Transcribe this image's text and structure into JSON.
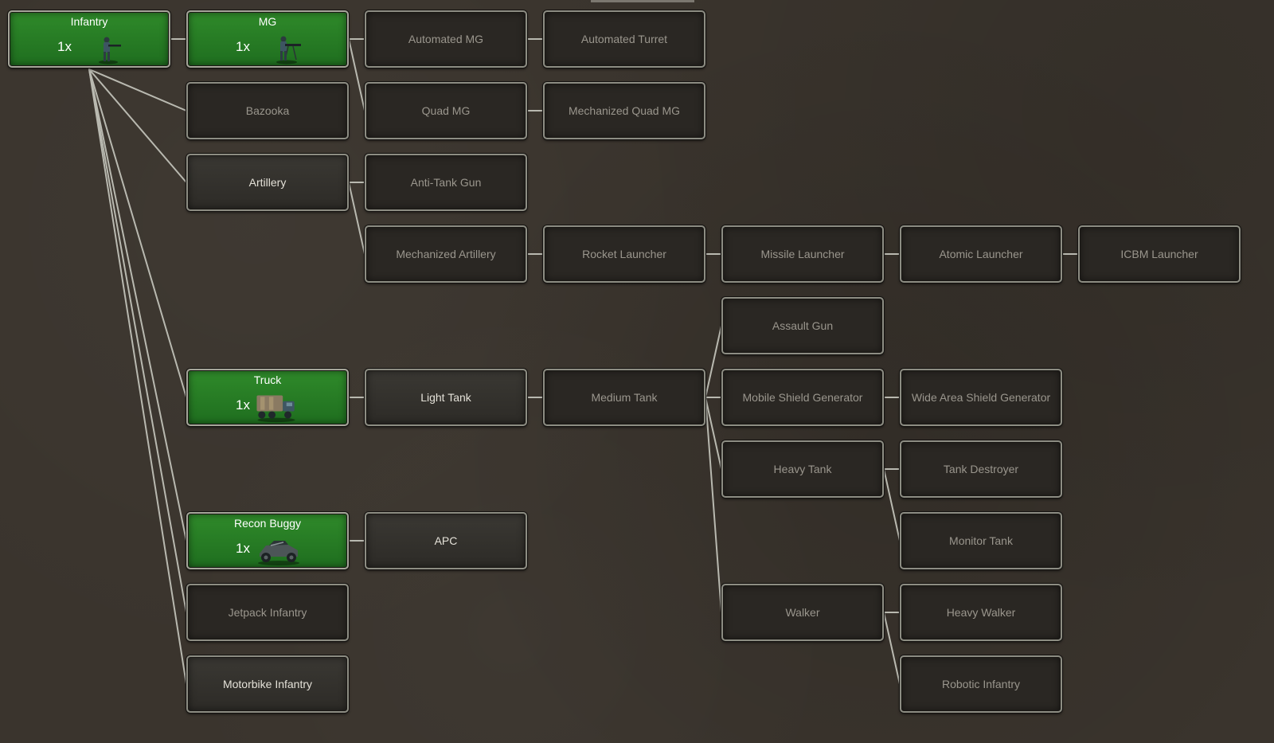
{
  "nodes": [
    {
      "id": "infantry",
      "label": "Infantry",
      "state": "owned",
      "count": "1x",
      "icon": "infantry-soldier-icon"
    },
    {
      "id": "mg",
      "label": "MG",
      "state": "owned",
      "count": "1x",
      "icon": "mg-gunner-icon"
    },
    {
      "id": "automated_mg",
      "label": "Automated MG",
      "state": "locked"
    },
    {
      "id": "automated_turret",
      "label": "Automated Turret",
      "state": "locked"
    },
    {
      "id": "bazooka",
      "label": "Bazooka",
      "state": "locked"
    },
    {
      "id": "quad_mg",
      "label": "Quad MG",
      "state": "locked"
    },
    {
      "id": "mechanized_quad_mg",
      "label": "Mechanized Quad MG",
      "state": "locked"
    },
    {
      "id": "artillery",
      "label": "Artillery",
      "state": "available"
    },
    {
      "id": "anti_tank_gun",
      "label": "Anti-Tank Gun",
      "state": "locked"
    },
    {
      "id": "mechanized_artillery",
      "label": "Mechanized Artillery",
      "state": "locked"
    },
    {
      "id": "rocket_launcher",
      "label": "Rocket Launcher",
      "state": "locked"
    },
    {
      "id": "missile_launcher",
      "label": "Missile Launcher",
      "state": "locked"
    },
    {
      "id": "atomic_launcher",
      "label": "Atomic Launcher",
      "state": "locked"
    },
    {
      "id": "icbm_launcher",
      "label": "ICBM Launcher",
      "state": "locked"
    },
    {
      "id": "assault_gun",
      "label": "Assault Gun",
      "state": "locked"
    },
    {
      "id": "truck",
      "label": "Truck",
      "state": "owned",
      "count": "1x",
      "icon": "truck-icon"
    },
    {
      "id": "light_tank",
      "label": "Light Tank",
      "state": "available"
    },
    {
      "id": "medium_tank",
      "label": "Medium Tank",
      "state": "locked"
    },
    {
      "id": "mobile_shield_generator",
      "label": "Mobile Shield Generator",
      "state": "locked"
    },
    {
      "id": "wide_area_shield_generator",
      "label": "Wide Area Shield Generator",
      "state": "locked"
    },
    {
      "id": "heavy_tank",
      "label": "Heavy Tank",
      "state": "locked"
    },
    {
      "id": "tank_destroyer",
      "label": "Tank Destroyer",
      "state": "locked"
    },
    {
      "id": "monitor_tank",
      "label": "Monitor Tank",
      "state": "locked"
    },
    {
      "id": "recon_buggy",
      "label": "Recon Buggy",
      "state": "owned",
      "count": "1x",
      "icon": "recon-buggy-icon"
    },
    {
      "id": "apc",
      "label": "APC",
      "state": "available"
    },
    {
      "id": "jetpack_infantry",
      "label": "Jetpack Infantry",
      "state": "locked"
    },
    {
      "id": "motorbike_infantry",
      "label": "Motorbike Infantry",
      "state": "available"
    },
    {
      "id": "walker",
      "label": "Walker",
      "state": "locked"
    },
    {
      "id": "heavy_walker",
      "label": "Heavy Walker",
      "state": "locked"
    },
    {
      "id": "robotic_infantry",
      "label": "Robotic Infantry",
      "state": "locked"
    }
  ],
  "links": [
    [
      "infantry",
      "mg"
    ],
    [
      "infantry",
      "bazooka"
    ],
    [
      "infantry",
      "artillery"
    ],
    [
      "infantry",
      "truck"
    ],
    [
      "infantry",
      "recon_buggy"
    ],
    [
      "infantry",
      "jetpack_infantry"
    ],
    [
      "infantry",
      "motorbike_infantry"
    ],
    [
      "mg",
      "automated_mg"
    ],
    [
      "mg",
      "quad_mg"
    ],
    [
      "automated_mg",
      "automated_turret"
    ],
    [
      "quad_mg",
      "mechanized_quad_mg"
    ],
    [
      "artillery",
      "anti_tank_gun"
    ],
    [
      "artillery",
      "mechanized_artillery"
    ],
    [
      "mechanized_artillery",
      "rocket_launcher"
    ],
    [
      "rocket_launcher",
      "missile_launcher"
    ],
    [
      "missile_launcher",
      "atomic_launcher"
    ],
    [
      "atomic_launcher",
      "icbm_launcher"
    ],
    [
      "truck",
      "light_tank"
    ],
    [
      "light_tank",
      "medium_tank"
    ],
    [
      "medium_tank",
      "assault_gun"
    ],
    [
      "medium_tank",
      "mobile_shield_generator"
    ],
    [
      "medium_tank",
      "heavy_tank"
    ],
    [
      "medium_tank",
      "walker"
    ],
    [
      "mobile_shield_generator",
      "wide_area_shield_generator"
    ],
    [
      "heavy_tank",
      "tank_destroyer"
    ],
    [
      "heavy_tank",
      "monitor_tank"
    ],
    [
      "recon_buggy",
      "apc"
    ],
    [
      "walker",
      "heavy_walker"
    ],
    [
      "walker",
      "robotic_infantry"
    ]
  ]
}
